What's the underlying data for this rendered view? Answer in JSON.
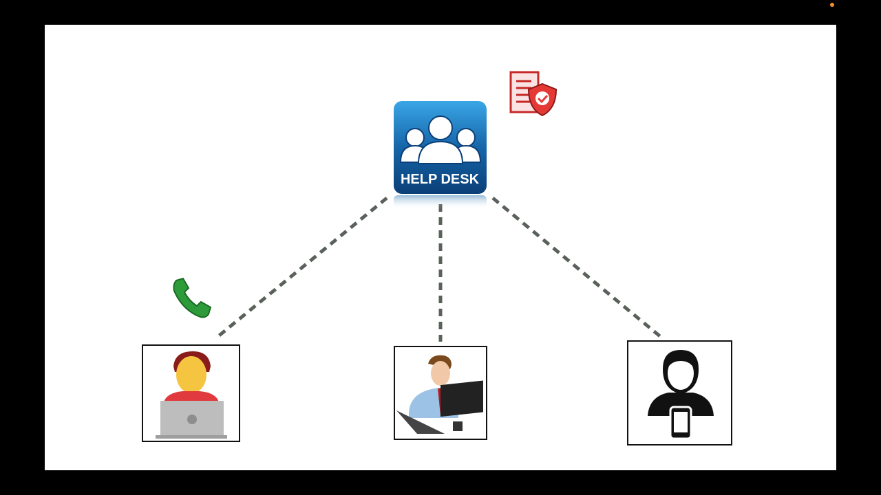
{
  "helpdesk": {
    "label": "HELP DESK"
  },
  "colors": {
    "line": "#5a605a",
    "tile_top": "#3aa6e6",
    "tile_bottom": "#0b3f78",
    "phone": "#2e9b3a",
    "shield": "#e53935"
  },
  "nodes": [
    {
      "name": "laptop-user",
      "icon": "person-laptop-icon"
    },
    {
      "name": "desktop-user",
      "icon": "person-computer-icon"
    },
    {
      "name": "mobile-user",
      "icon": "person-smartphone-icon"
    }
  ]
}
